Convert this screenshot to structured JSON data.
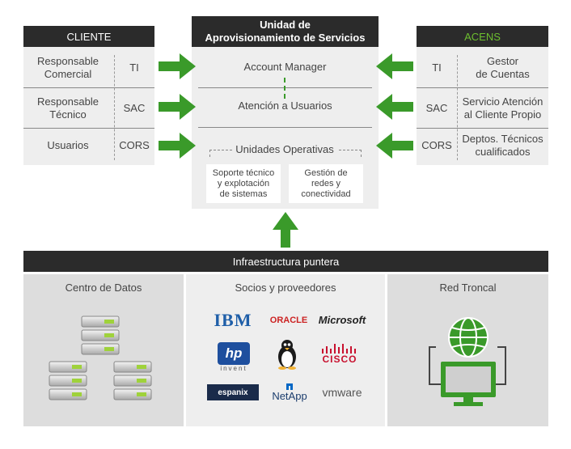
{
  "cliente": {
    "title": "CLIENTE",
    "rows": [
      {
        "role": "Responsable Comercial",
        "code": "TI"
      },
      {
        "role": "Responsable Técnico",
        "code": "SAC"
      },
      {
        "role": "Usuarios",
        "code": "CORS"
      }
    ]
  },
  "unidad": {
    "title_line1": "Unidad de",
    "title_line2": "Aprovisionamiento de Servicios",
    "rows": [
      "Account Manager",
      "Atención a Usuarios"
    ],
    "operativas": "Unidades Operativas",
    "sub": [
      {
        "l1": "Soporte técnico",
        "l2": "y explotación",
        "l3": "de sistemas"
      },
      {
        "l1": "Gestión de",
        "l2": "redes y",
        "l3": "conectividad"
      }
    ]
  },
  "acens": {
    "title": "ACENS",
    "title_color": "#6dbf2f",
    "rows": [
      {
        "code": "TI",
        "desc1": "Gestor",
        "desc2": "de Cuentas"
      },
      {
        "code": "SAC",
        "desc1": "Servicio Atención",
        "desc2": "al Cliente Propio"
      },
      {
        "code": "CORS",
        "desc1": "Deptos. Técnicos",
        "desc2": "cualificados"
      }
    ]
  },
  "infra": {
    "title": "Infraestructura puntera",
    "cols": [
      "Centro de Datos",
      "Socios y proveedores",
      "Red Troncal"
    ]
  },
  "logos": {
    "ibm": "IBM",
    "oracle": "ORACLE",
    "microsoft": "Microsoft",
    "hp": "hp",
    "hp_sub": "invent",
    "cisco": "CISCO",
    "espanix": "espanix",
    "netapp": "NetApp",
    "vmware": "vmware"
  },
  "colors": {
    "arrow_green": "#3a9a2a",
    "header_dark": "#2b2b2b",
    "panel_gray": "#eeeeee",
    "infra_gray": "#dddddd"
  }
}
